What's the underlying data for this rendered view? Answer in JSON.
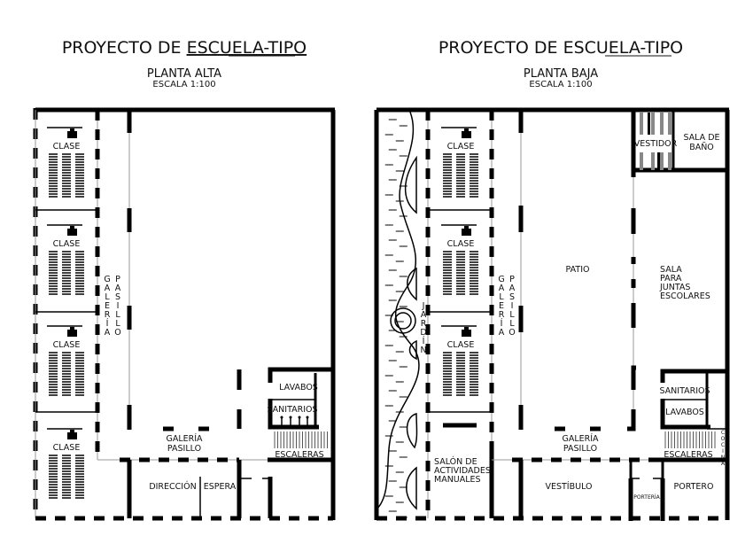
{
  "plans": [
    {
      "title_prefix": "PROYECTO DE ",
      "title_underlined": "ESCUELA-TIPO",
      "floor": "PLANTA ALTA",
      "scale": "ESCALA 1:100",
      "rooms": {
        "clase": "CLASE",
        "galeria_v": "GALERÍA",
        "pasillo_v": "PASILLO",
        "lavabos": "LAVABOS",
        "sanitarios": "SANITARIOS",
        "escaleras": "ESCALERAS",
        "galeria_h": "GALERÍA",
        "pasillo_h": "PASILLO",
        "direccion": "DIRECCIÓN",
        "espera": "ESPERA"
      }
    },
    {
      "title_prefix": "PROYECTO DE ",
      "title_underlined": "ESCUELA-TIPO",
      "floor": "PLANTA BAJA",
      "scale": "ESCALA 1:100",
      "rooms": {
        "clase": "CLASE",
        "jardin": "JARDÍN",
        "galeria_v": "GALERÍA",
        "pasillo_v": "PASILLO",
        "patio": "PATIO",
        "vestidor": "VESTIDOR",
        "sala_bano_1": "SALA DE",
        "sala_bano_2": "BAÑO",
        "sala_juntas_1": "SALA",
        "sala_juntas_2": "PARA",
        "sala_juntas_3": "JUNTAS",
        "sala_juntas_4": "ESCOLARES",
        "sanitarios": "SANITARIOS",
        "lavabos": "LAVABOS",
        "escaleras": "ESCALERAS",
        "cocina": "COCINA",
        "galeria_h": "GALERÍA",
        "pasillo_h": "PASILLO",
        "salon_1": "SALÓN DE",
        "salon_2": "ACTIVIDADES",
        "salon_3": "MANUALES",
        "vestibulo": "VESTÍBULO",
        "porteria": "PORTERÍA",
        "portero": "PORTERO"
      }
    }
  ]
}
